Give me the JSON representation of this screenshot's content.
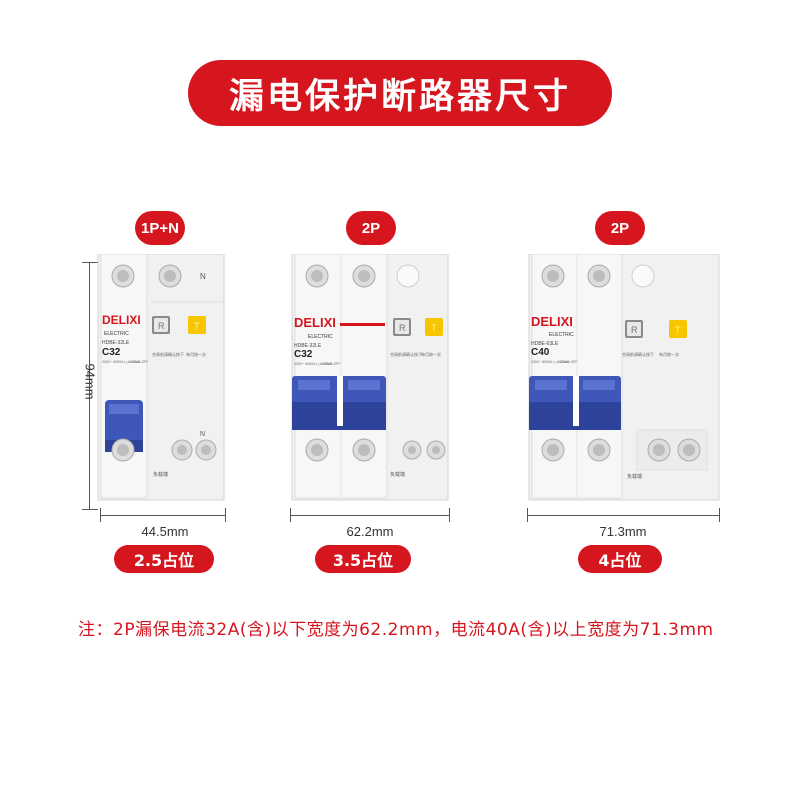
{
  "title": "漏电保护断路器尺寸",
  "products": [
    {
      "pole": "1P+N",
      "brand": "DELIXI",
      "sub": "ELECTRIC",
      "model": "HDBE-32LE",
      "rating": "C32",
      "specs": "230V~ 6000A I△n 30mA",
      "specs2": "1-ON 0-OFF",
      "test_hint": "合闸前请确认按下",
      "monthly_hint": "每月按一次",
      "load_text": "负载端",
      "top_letter": "N",
      "bottom_letter": "N",
      "R": "R",
      "T": "T",
      "width": "44.5mm",
      "slots": "2.5占位"
    },
    {
      "pole": "2P",
      "brand": "DELIXI",
      "sub": "ELECTRIC",
      "model": "HDBE-32LE",
      "rating": "C32",
      "specs": "230V~ 6000A I△n 30mA",
      "specs2": "1-ON 0-OFF",
      "test_hint": "合闸前请确认按下",
      "monthly_hint": "每月按一次",
      "load_text": "负载端",
      "R": "R",
      "T": "T",
      "width": "62.2mm",
      "slots": "3.5占位"
    },
    {
      "pole": "2P",
      "brand": "DELIXI",
      "sub": "ELECTRIC",
      "model": "HDBE-63LE",
      "rating": "C40",
      "specs": "230V~ 6000A I△n 30mA",
      "specs2": "1-ON 0-OFF",
      "test_hint": "合闸前请确认按下",
      "monthly_hint": "每月按一次",
      "load_text": "负载端",
      "R": "R",
      "T": "T",
      "width": "71.3mm",
      "slots": "4占位"
    }
  ],
  "height_label": "94mm",
  "note": "注：2P漏保电流32A(含)以下宽度为62.2mm，电流40A(含)以上宽度为71.3mm",
  "colors": {
    "accent": "#d6161f",
    "handle": "#3e57b8",
    "test_button": "#f7c600",
    "reset_button": "#8a8a8a"
  }
}
